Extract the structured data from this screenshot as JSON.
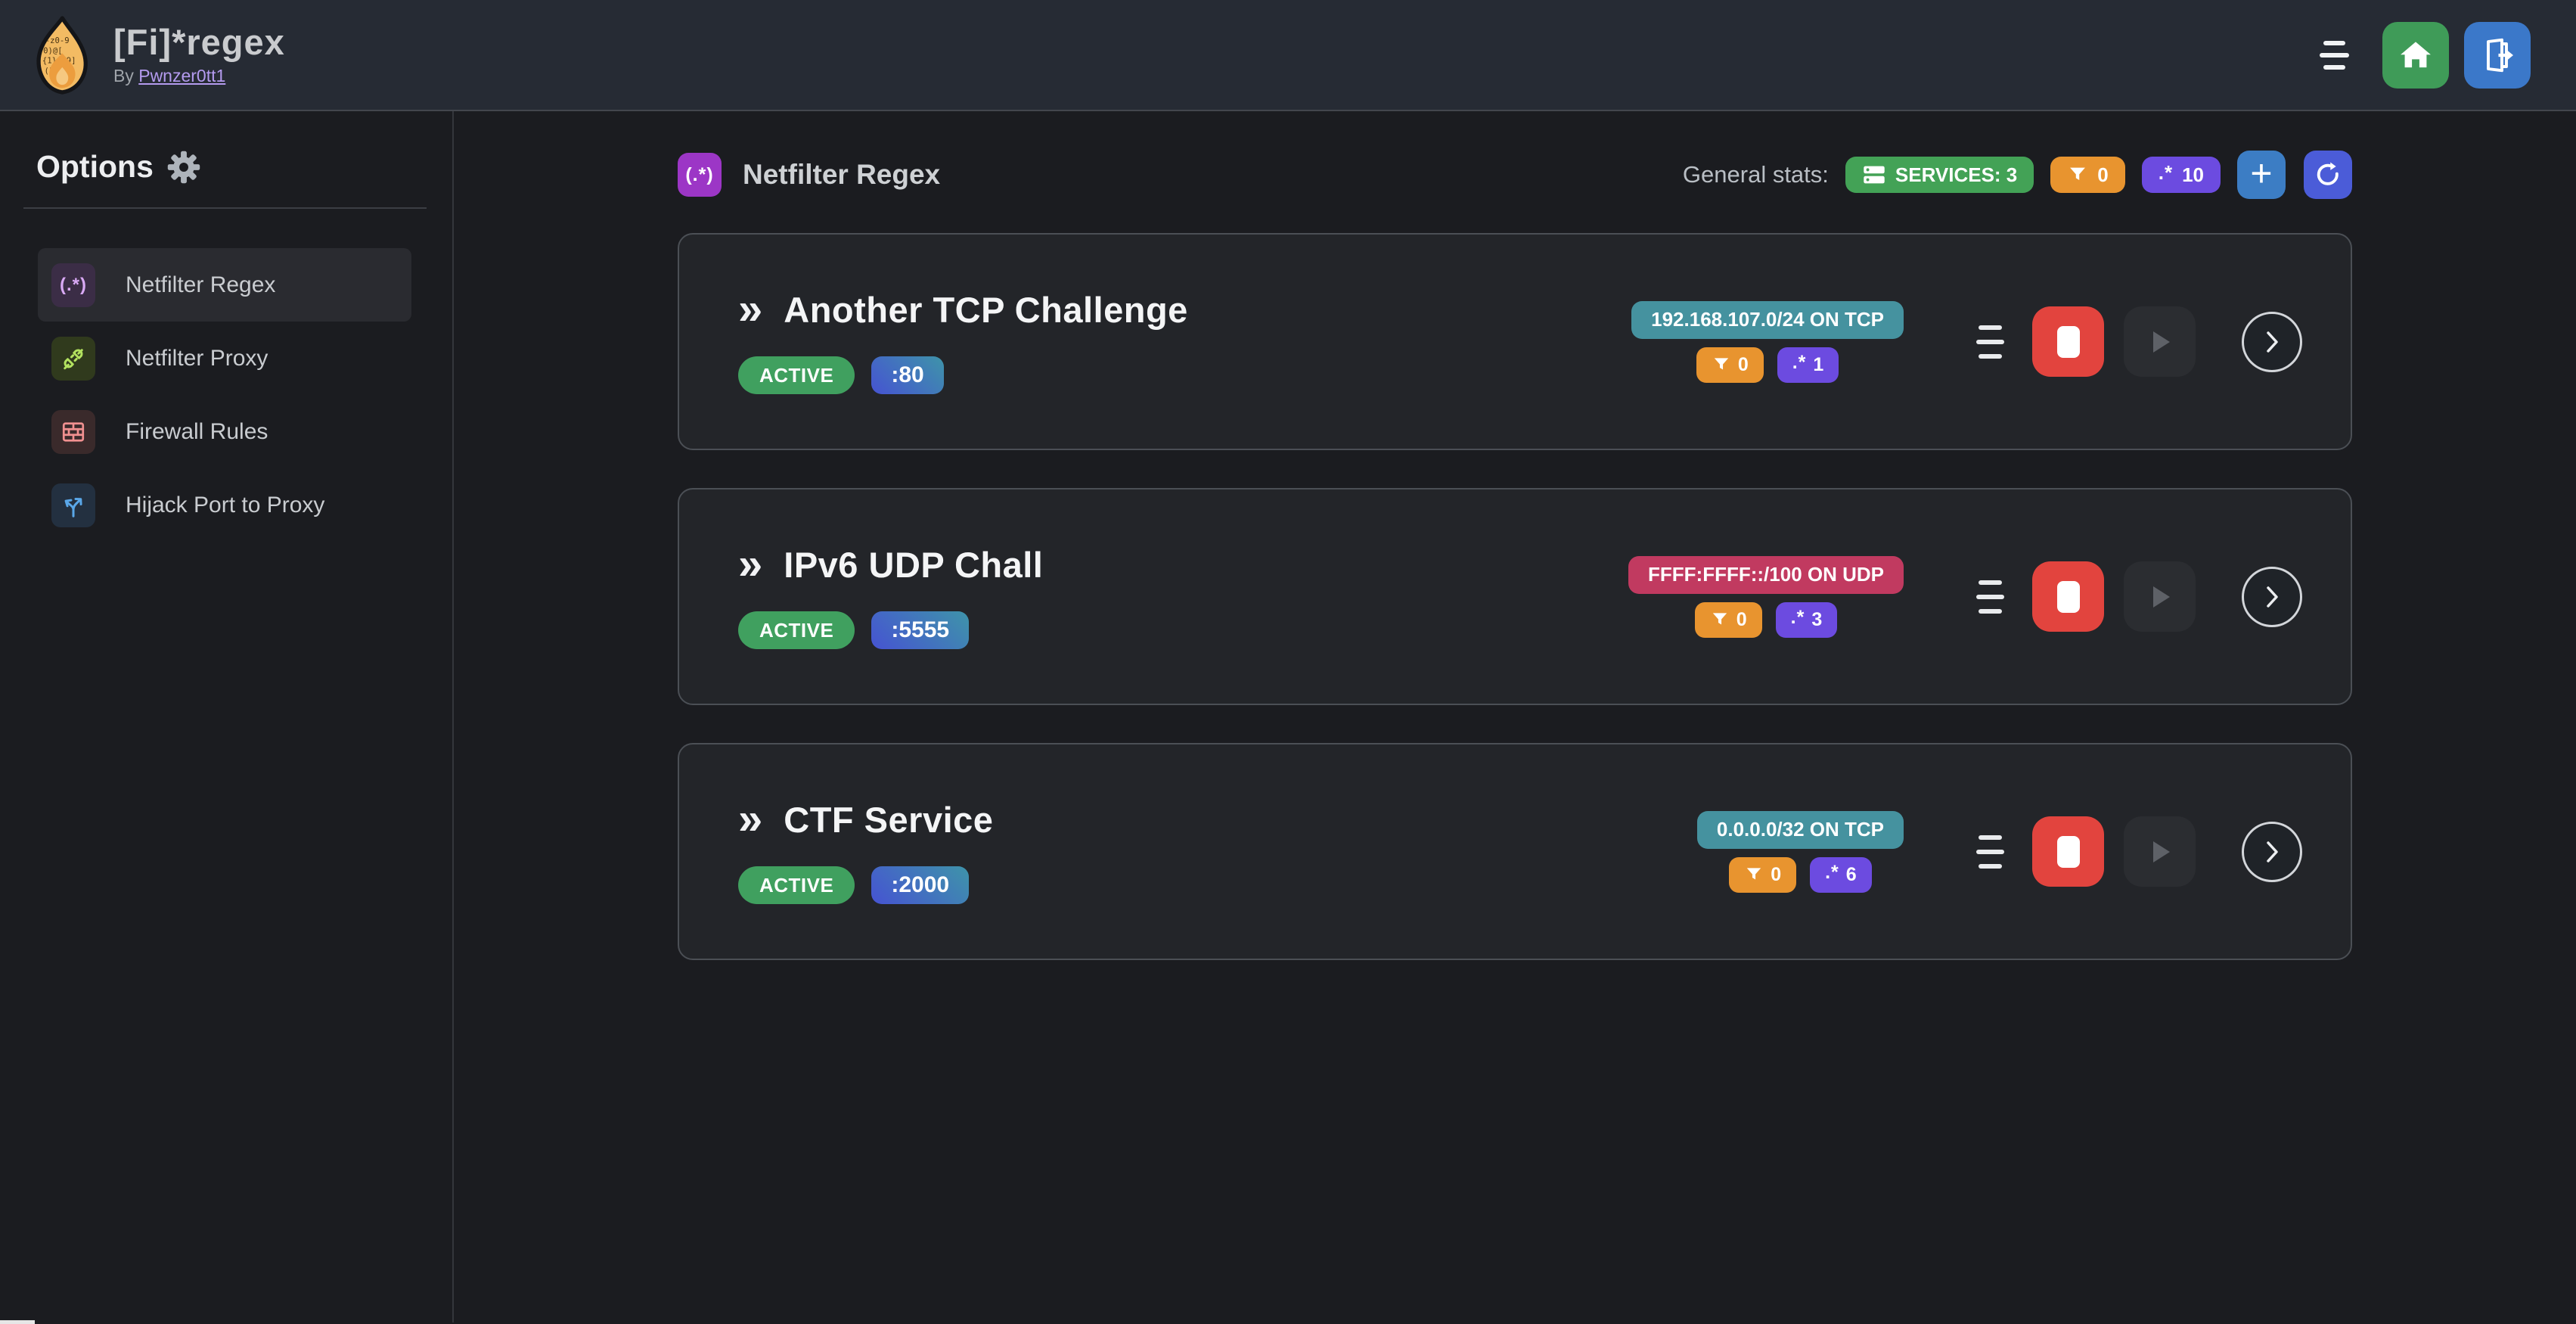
{
  "header": {
    "title": "[Fi]*regex",
    "byline_prefix": "By",
    "byline_link": "Pwnzer0tt1"
  },
  "sidebar": {
    "heading": "Options",
    "items": [
      {
        "label": "Netfilter Regex"
      },
      {
        "label": "Netfilter Proxy"
      },
      {
        "label": "Firewall Rules"
      },
      {
        "label": "Hijack Port to Proxy"
      }
    ]
  },
  "main": {
    "section_icon_text": "(.*)",
    "section_title": "Netfilter Regex",
    "stats_label": "General stats:",
    "stats": {
      "services": "SERVICES: 3",
      "filters": "0",
      "regexes": "10"
    },
    "services": [
      {
        "name": "Another TCP Challenge",
        "status": "ACTIVE",
        "port": ":80",
        "address": "192.168.107.0/24 ON TCP",
        "filters": "0",
        "regexes": "1"
      },
      {
        "name": "IPv6 UDP Chall",
        "status": "ACTIVE",
        "port": ":5555",
        "address": "FFFF:FFFF::/100 ON UDP",
        "filters": "0",
        "regexes": "3"
      },
      {
        "name": "CTF Service",
        "status": "ACTIVE",
        "port": ":2000",
        "address": "0.0.0.0/32 ON TCP",
        "filters": "0",
        "regexes": "6"
      }
    ]
  },
  "icons": {
    "regex_glyph": ".*",
    "chevrons_glyph": "»",
    "sidebar_regex_glyph": "(.*)"
  },
  "colors": {
    "header_bg": "#262b34",
    "page_bg": "#1b1c20",
    "card_bg": "#232529",
    "card_border": "#4b4f55",
    "accent_green": "#40a05f",
    "accent_orange": "#e8942f",
    "accent_violet": "#6c4be0",
    "accent_blue": "#3c7dc4",
    "accent_indigo": "#4b5cd8",
    "accent_red": "#e2443e",
    "badge_teal": "#45929f",
    "badge_pink": "#c13a60",
    "section_purple": "#9c36c6",
    "link": "#b49bef",
    "port_gradient_from": "#4653d2",
    "port_gradient_to": "#3e94a9"
  }
}
